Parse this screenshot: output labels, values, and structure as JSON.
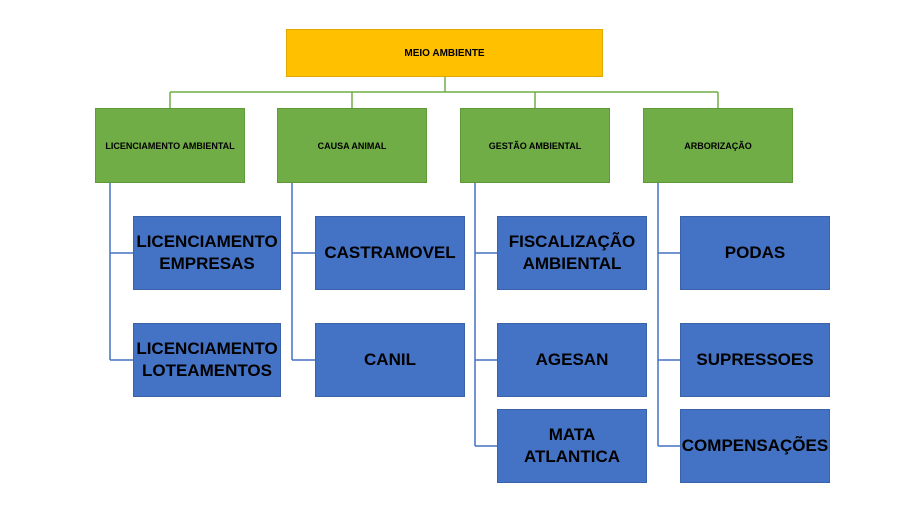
{
  "root": {
    "label": "MEIO AMBIENTE"
  },
  "branches": [
    {
      "label": "LICENCIAMENTO AMBIENTAL",
      "items": [
        "LICENCIAMENTO\nEMPRESAS",
        "LICENCIAMENTO\nLOTEAMENTOS"
      ]
    },
    {
      "label": "CAUSA ANIMAL",
      "items": [
        "CASTRAMOVEL",
        "CANIL"
      ]
    },
    {
      "label": "GESTÃO AMBIENTAL",
      "items": [
        "FISCALIZAÇÃO\nAMBIENTAL",
        "AGESAN",
        "MATA\nATLANTICA"
      ]
    },
    {
      "label": "ARBORIZAÇÃO",
      "items": [
        "PODAS",
        "SUPRESSOES",
        "COMPENSAÇÕES"
      ]
    }
  ],
  "colors": {
    "root": "#ffc000",
    "category": "#70ad47",
    "leaf": "#4472c4",
    "connector_top": "#70ad47",
    "connector_leaf": "#4472c4"
  }
}
